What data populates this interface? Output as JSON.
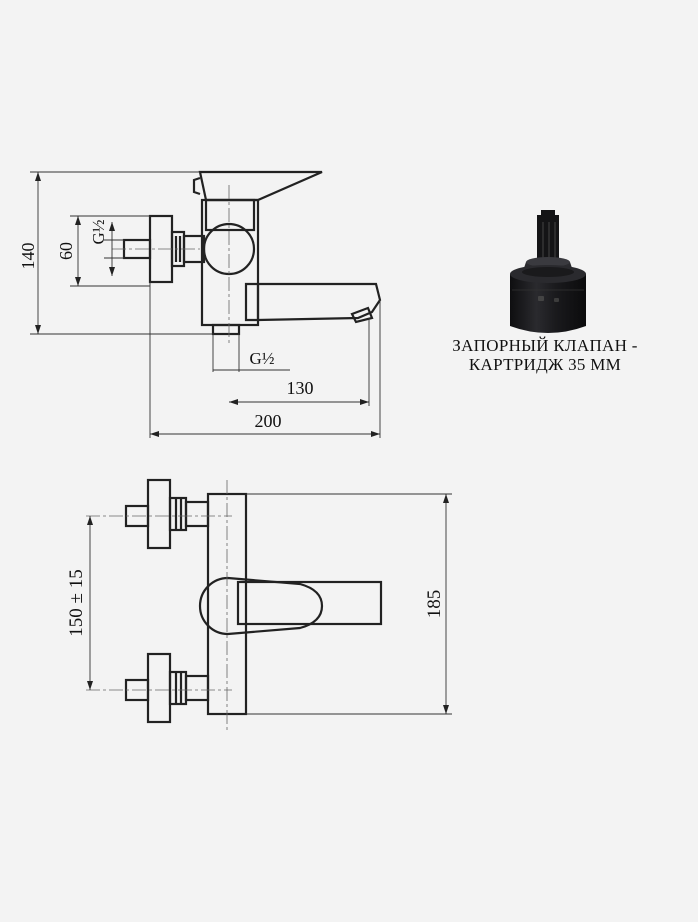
{
  "side_view": {
    "dims": {
      "height_total": "140",
      "height_inlet": "60",
      "thread_inlet": "G½",
      "thread_outlet": "G½",
      "spout_length": "130",
      "total_length": "200"
    }
  },
  "front_view": {
    "dims": {
      "center_distance": "150 ± 15",
      "body_height": "185"
    }
  },
  "cartridge": {
    "caption_line1": "ЗАПОРНЫЙ КЛАПАН -",
    "caption_line2": "КАРТРИДЖ 35 ММ"
  },
  "colors": {
    "background": "#f3f3f3",
    "line": "#222222",
    "cartridge_body": "#1c1c1f"
  }
}
